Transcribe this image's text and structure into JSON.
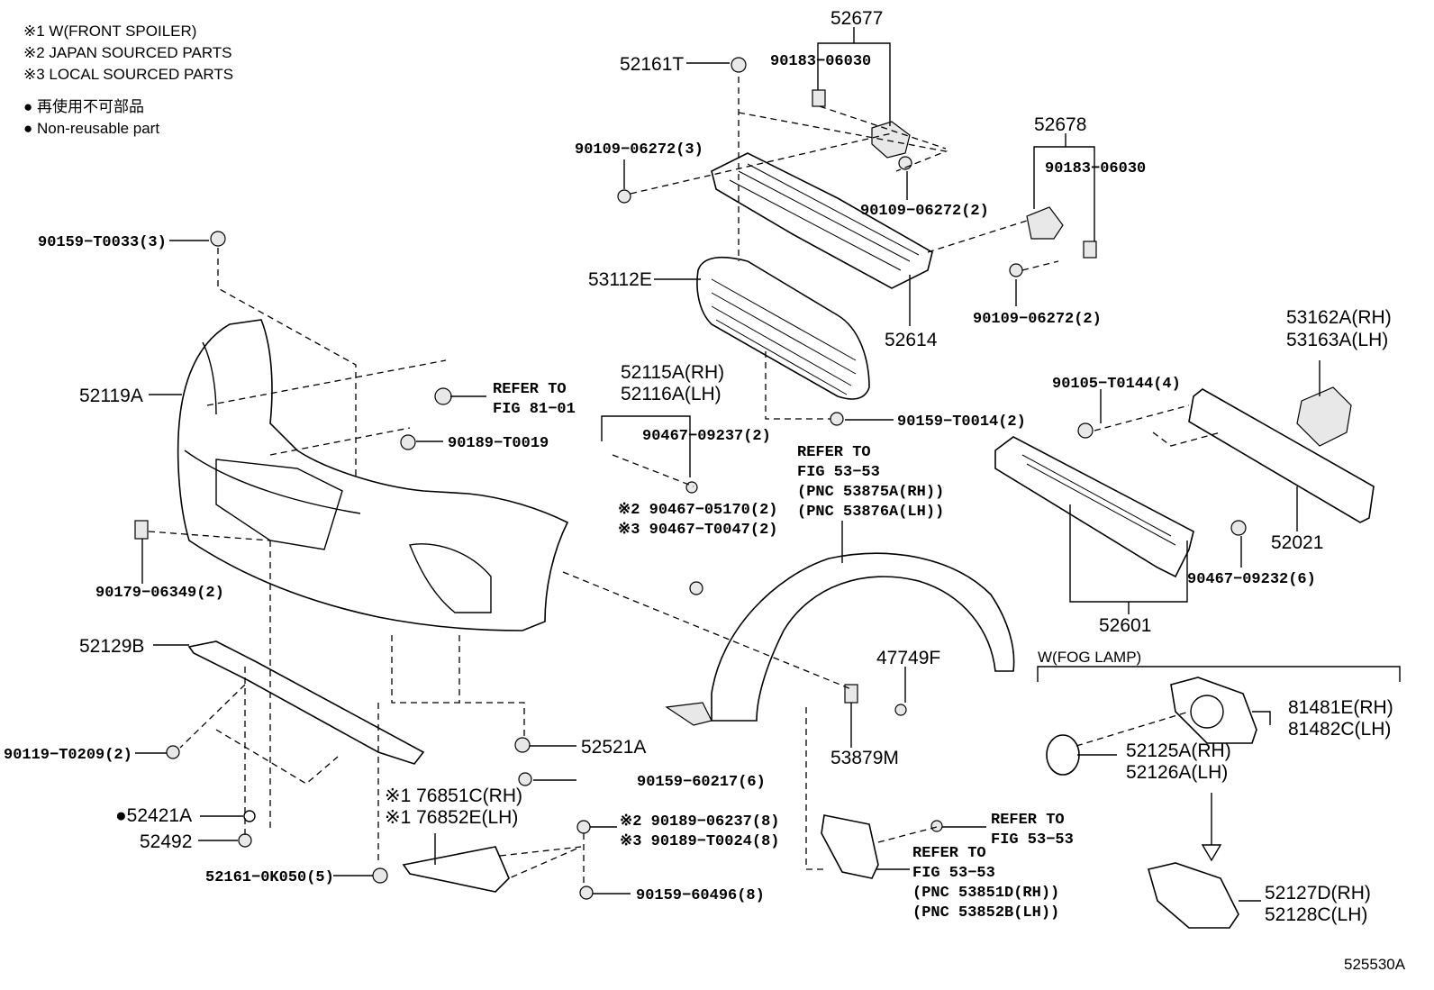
{
  "legend": {
    "notes": [
      "※1 W(FRONT SPOILER)",
      "※2 JAPAN SOURCED PARTS",
      "※3 LOCAL SOURCED PARTS"
    ],
    "non_reusable_jp": "● 再使用不可部品",
    "non_reusable_en": "● Non-reusable part"
  },
  "labels": {
    "p52677": "52677",
    "p90183a": "90183−06030",
    "p52161T": "52161T",
    "p90109a": "90109−06272(3)",
    "p52678": "52678",
    "p90183b": "90183−06030",
    "p90109b": "90109−06272(2)",
    "p90109c": "90109−06272(2)",
    "p90159a": "90159−T0033(3)",
    "p53112E": "53112E",
    "p52614": "52614",
    "p53162A": "53162A(RH)",
    "p53163A": "53163A(LH)",
    "p52119A": "52119A",
    "refer1a": "REFER TO",
    "refer1b": "FIG 81−01",
    "p90189a": "90189−T0019",
    "p52115A": "52115A(RH)",
    "p52116A": "52116A(LH)",
    "p90467a": "90467−09237(2)",
    "p90105": "90105−T0144(4)",
    "p90159b": "90159−T0014(2)",
    "refer2a": "REFER TO",
    "refer2b": "FIG 53−53",
    "refer2c": "(PNC 53875A(RH))",
    "refer2d": "(PNC 53876A(LH))",
    "p90467b": "※2 90467−05170(2)",
    "p90467c": "※3 90467−T0047(2)",
    "p90179": "90179−06349(2)",
    "p52021": "52021",
    "p90467d": "90467−09232(6)",
    "p52601": "52601",
    "p52129B": "52129B",
    "p47749F": "47749F",
    "fog_group": "W(FOG LAMP)",
    "p81481E": "81481E(RH)",
    "p81482C": "81482C(LH)",
    "p90119": "90119−T0209(2)",
    "p52521A": "52521A",
    "p53879M": "53879M",
    "p52125A": "52125A(RH)",
    "p52126A": "52126A(LH)",
    "p90159c": "90159−60217(6)",
    "p52421A": "●52421A",
    "p76851C": "※1 76851C(RH)",
    "p76852E": "※1 76852E(LH)",
    "p90189b": "※2 90189−06237(8)",
    "p90189c": "※3 90189−T0024(8)",
    "refer3a": "REFER TO",
    "refer3b": "FIG 53−53",
    "refer4a": "REFER TO",
    "refer4b": "FIG 53−53",
    "refer4c": "(PNC 53851D(RH))",
    "refer4d": "(PNC 53852B(LH))",
    "p52492": "52492",
    "p52161K": "52161−0K050(5)",
    "p90159d": "90159−60496(8)",
    "p52127D": "52127D(RH)",
    "p52128C": "52128C(LH)",
    "figure_id": "525530A"
  }
}
